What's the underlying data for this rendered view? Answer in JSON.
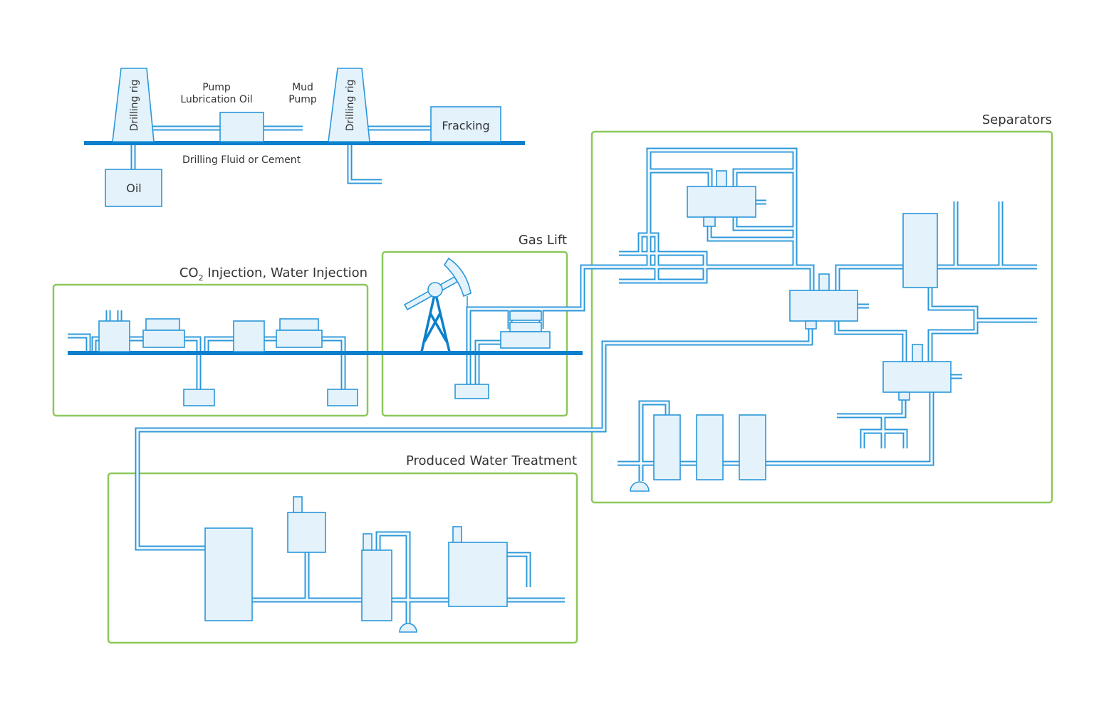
{
  "colors": {
    "pipe": "#2a97da",
    "equipment_fill": "#e3f2fb",
    "ground": "#0b80cc",
    "zone_border": "#8cc85a",
    "text": "#333333"
  },
  "drilling": {
    "rig_left_label": "Drilling rig",
    "rig_right_label": "Drilling rig",
    "pump_lubrication_line1": "Pump",
    "pump_lubrication_line2": "Lubrication Oil",
    "mud_pump_line1": "Mud",
    "mud_pump_line2": "Pump",
    "fluid_label": "Drilling Fluid or Cement",
    "oil_label": "Oil",
    "fracking_label": "Fracking"
  },
  "zones": {
    "injection": {
      "title_prefix": "CO",
      "title_sub": "2",
      "title_suffix": " Injection, Water Injection"
    },
    "gas_lift": {
      "title": "Gas Lift"
    },
    "separators": {
      "title": "Separators"
    },
    "water_treatment": {
      "title": "Produced Water Treatment"
    }
  }
}
